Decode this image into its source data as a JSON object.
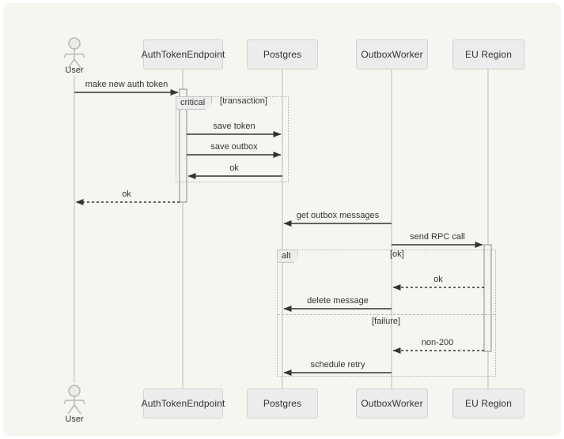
{
  "diagram": {
    "type": "sequence-diagram",
    "background_color": "#f7f5f0",
    "box_fill_color": "#ececec",
    "arrow_color": "#333333",
    "participants": [
      {
        "name": "User",
        "kind": "actor"
      },
      {
        "name": "AuthTokenEndpoint",
        "kind": "participant"
      },
      {
        "name": "Postgres",
        "kind": "participant"
      },
      {
        "name": "OutboxWorker",
        "kind": "participant"
      },
      {
        "name": "EU Region",
        "kind": "participant"
      }
    ],
    "messages": [
      {
        "from": "User",
        "to": "AuthTokenEndpoint",
        "label": "make new auth token",
        "line": "solid"
      },
      {
        "from": "AuthTokenEndpoint",
        "to": "Postgres",
        "label": "save token",
        "line": "solid"
      },
      {
        "from": "AuthTokenEndpoint",
        "to": "Postgres",
        "label": "save outbox",
        "line": "solid"
      },
      {
        "from": "Postgres",
        "to": "AuthTokenEndpoint",
        "label": "ok",
        "line": "solid"
      },
      {
        "from": "AuthTokenEndpoint",
        "to": "User",
        "label": "ok",
        "line": "dashed"
      },
      {
        "from": "OutboxWorker",
        "to": "Postgres",
        "label": "get outbox messages",
        "line": "solid"
      },
      {
        "from": "OutboxWorker",
        "to": "EU Region",
        "label": "send RPC call",
        "line": "solid"
      },
      {
        "from": "EU Region",
        "to": "OutboxWorker",
        "label": "ok",
        "line": "dashed"
      },
      {
        "from": "OutboxWorker",
        "to": "Postgres",
        "label": "delete message",
        "line": "solid"
      },
      {
        "from": "EU Region",
        "to": "OutboxWorker",
        "label": "non-200",
        "line": "dashed"
      },
      {
        "from": "OutboxWorker",
        "to": "Postgres",
        "label": "schedule retry",
        "line": "solid"
      }
    ],
    "frames": [
      {
        "kind": "critical",
        "label": "critical",
        "guard": "[transaction]"
      },
      {
        "kind": "alt",
        "label": "alt",
        "guard_ok": "[ok]",
        "guard_failure": "[failure]"
      }
    ]
  }
}
